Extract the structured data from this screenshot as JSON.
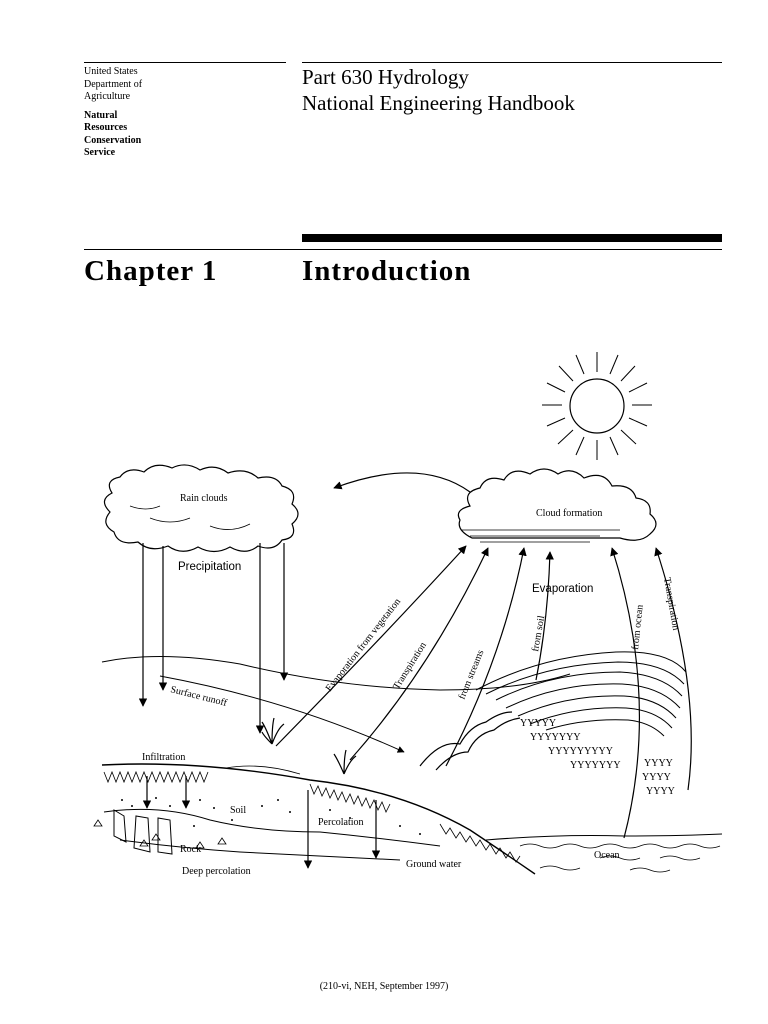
{
  "header": {
    "agency_lines": [
      "United States",
      "Department of",
      "Agriculture"
    ],
    "org_lines": [
      "Natural",
      "Resources",
      "Conservation",
      "Service"
    ],
    "part_line1": "Part 630 Hydrology",
    "part_line2": "National Engineering  Handbook"
  },
  "chapter": {
    "label": "Chapter 1",
    "title": "Introduction"
  },
  "diagram": {
    "labels": {
      "rain_clouds": "Rain clouds",
      "cloud_formation": "Cloud formation",
      "precipitation": "Precipitation",
      "evaporation": "Evaporation",
      "evap_vegetation": "Evaporation from vegetation",
      "transpiration_left": "Transpiration",
      "from_streams": "from streams",
      "from_soil": "from soil",
      "from_ocean": "from ocean",
      "transpiration_right": "Transpiration",
      "surface_runoff": "Surface runoff",
      "infiltration": "Infiltration",
      "soil": "Soil",
      "percolation": "Percolation",
      "rock": "Rock",
      "deep_percolation": "Deep percolation",
      "ground_water": "Ground water",
      "ocean": "Ocean"
    }
  },
  "footer": {
    "text": "(210-vi, NEH, September 1997)"
  }
}
